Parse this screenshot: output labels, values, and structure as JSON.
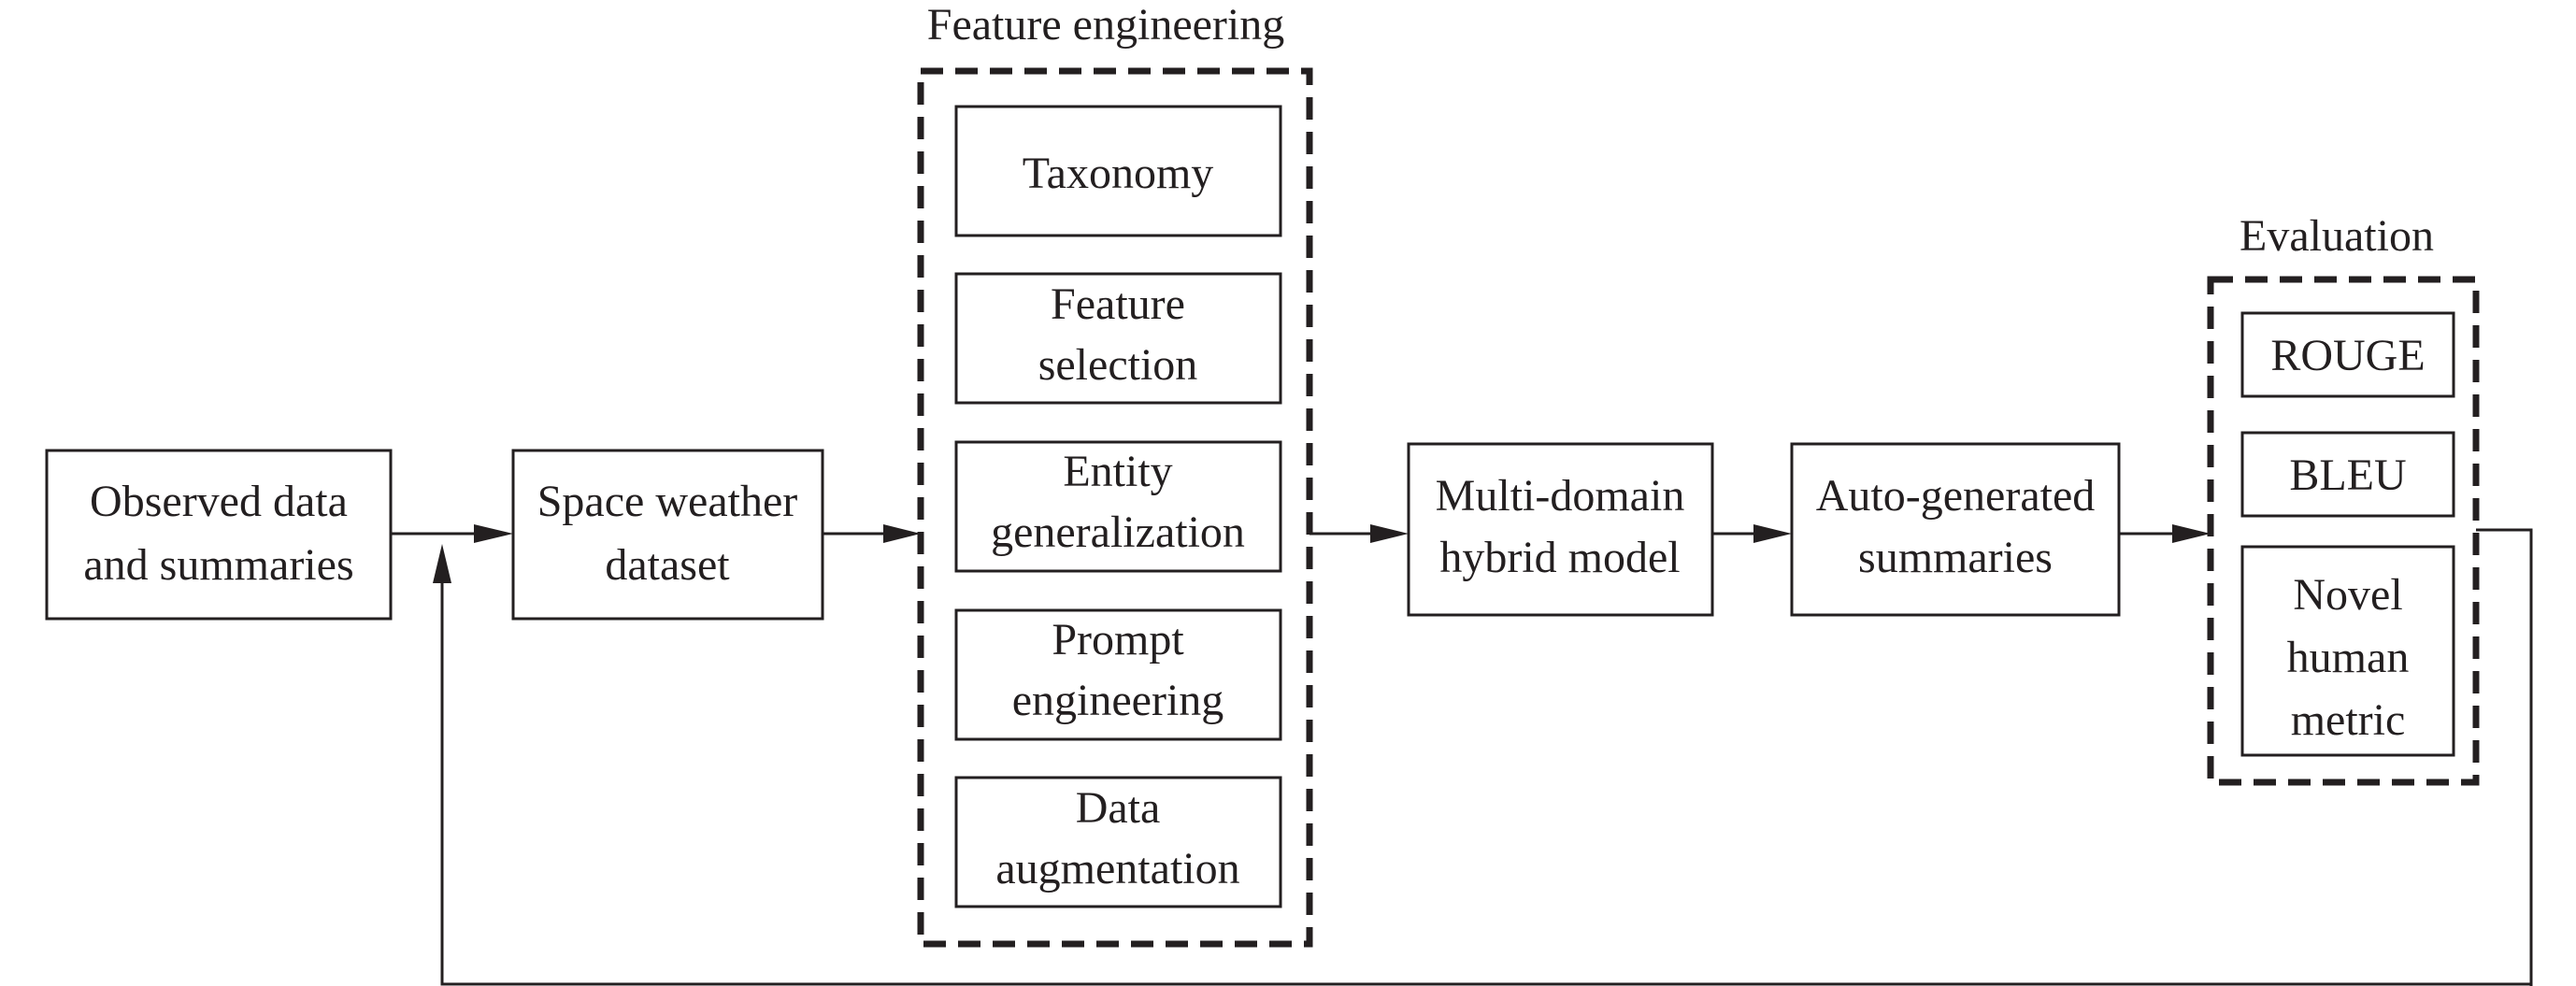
{
  "colors": {
    "ink": "#231f20",
    "background": "#ffffff"
  },
  "groups": {
    "feature_engineering": {
      "title": "Feature engineering"
    },
    "evaluation": {
      "title": "Evaluation"
    }
  },
  "nodes": {
    "observed": {
      "line1": "Observed data",
      "line2": "and summaries"
    },
    "dataset": {
      "line1": "Space weather",
      "line2": "dataset"
    },
    "taxonomy": {
      "line1": "Taxonomy"
    },
    "feature_selection": {
      "line1": "Feature",
      "line2": "selection"
    },
    "entity_generalization": {
      "line1": "Entity",
      "line2": "generalization"
    },
    "prompt_engineering": {
      "line1": "Prompt",
      "line2": "engineering"
    },
    "data_augmentation": {
      "line1": "Data",
      "line2": "augmentation"
    },
    "hybrid_model": {
      "line1": "Multi-domain",
      "line2": "hybrid model"
    },
    "summaries": {
      "line1": "Auto-generated",
      "line2": "summaries"
    },
    "rouge": {
      "line1": "ROUGE"
    },
    "bleu": {
      "line1": "BLEU"
    },
    "human_metric": {
      "line1": "Novel",
      "line2": "human",
      "line3": "metric"
    }
  },
  "edges": [
    {
      "from": "Observed data and summaries",
      "to": "Space weather dataset"
    },
    {
      "from": "Space weather dataset",
      "to": "Feature engineering"
    },
    {
      "from": "Feature engineering",
      "to": "Multi-domain hybrid model"
    },
    {
      "from": "Multi-domain hybrid model",
      "to": "Auto-generated summaries"
    },
    {
      "from": "Auto-generated summaries",
      "to": "Evaluation"
    },
    {
      "from": "Evaluation",
      "to": "Observed data and summaries",
      "route": "feedback loop along the bottom"
    }
  ]
}
